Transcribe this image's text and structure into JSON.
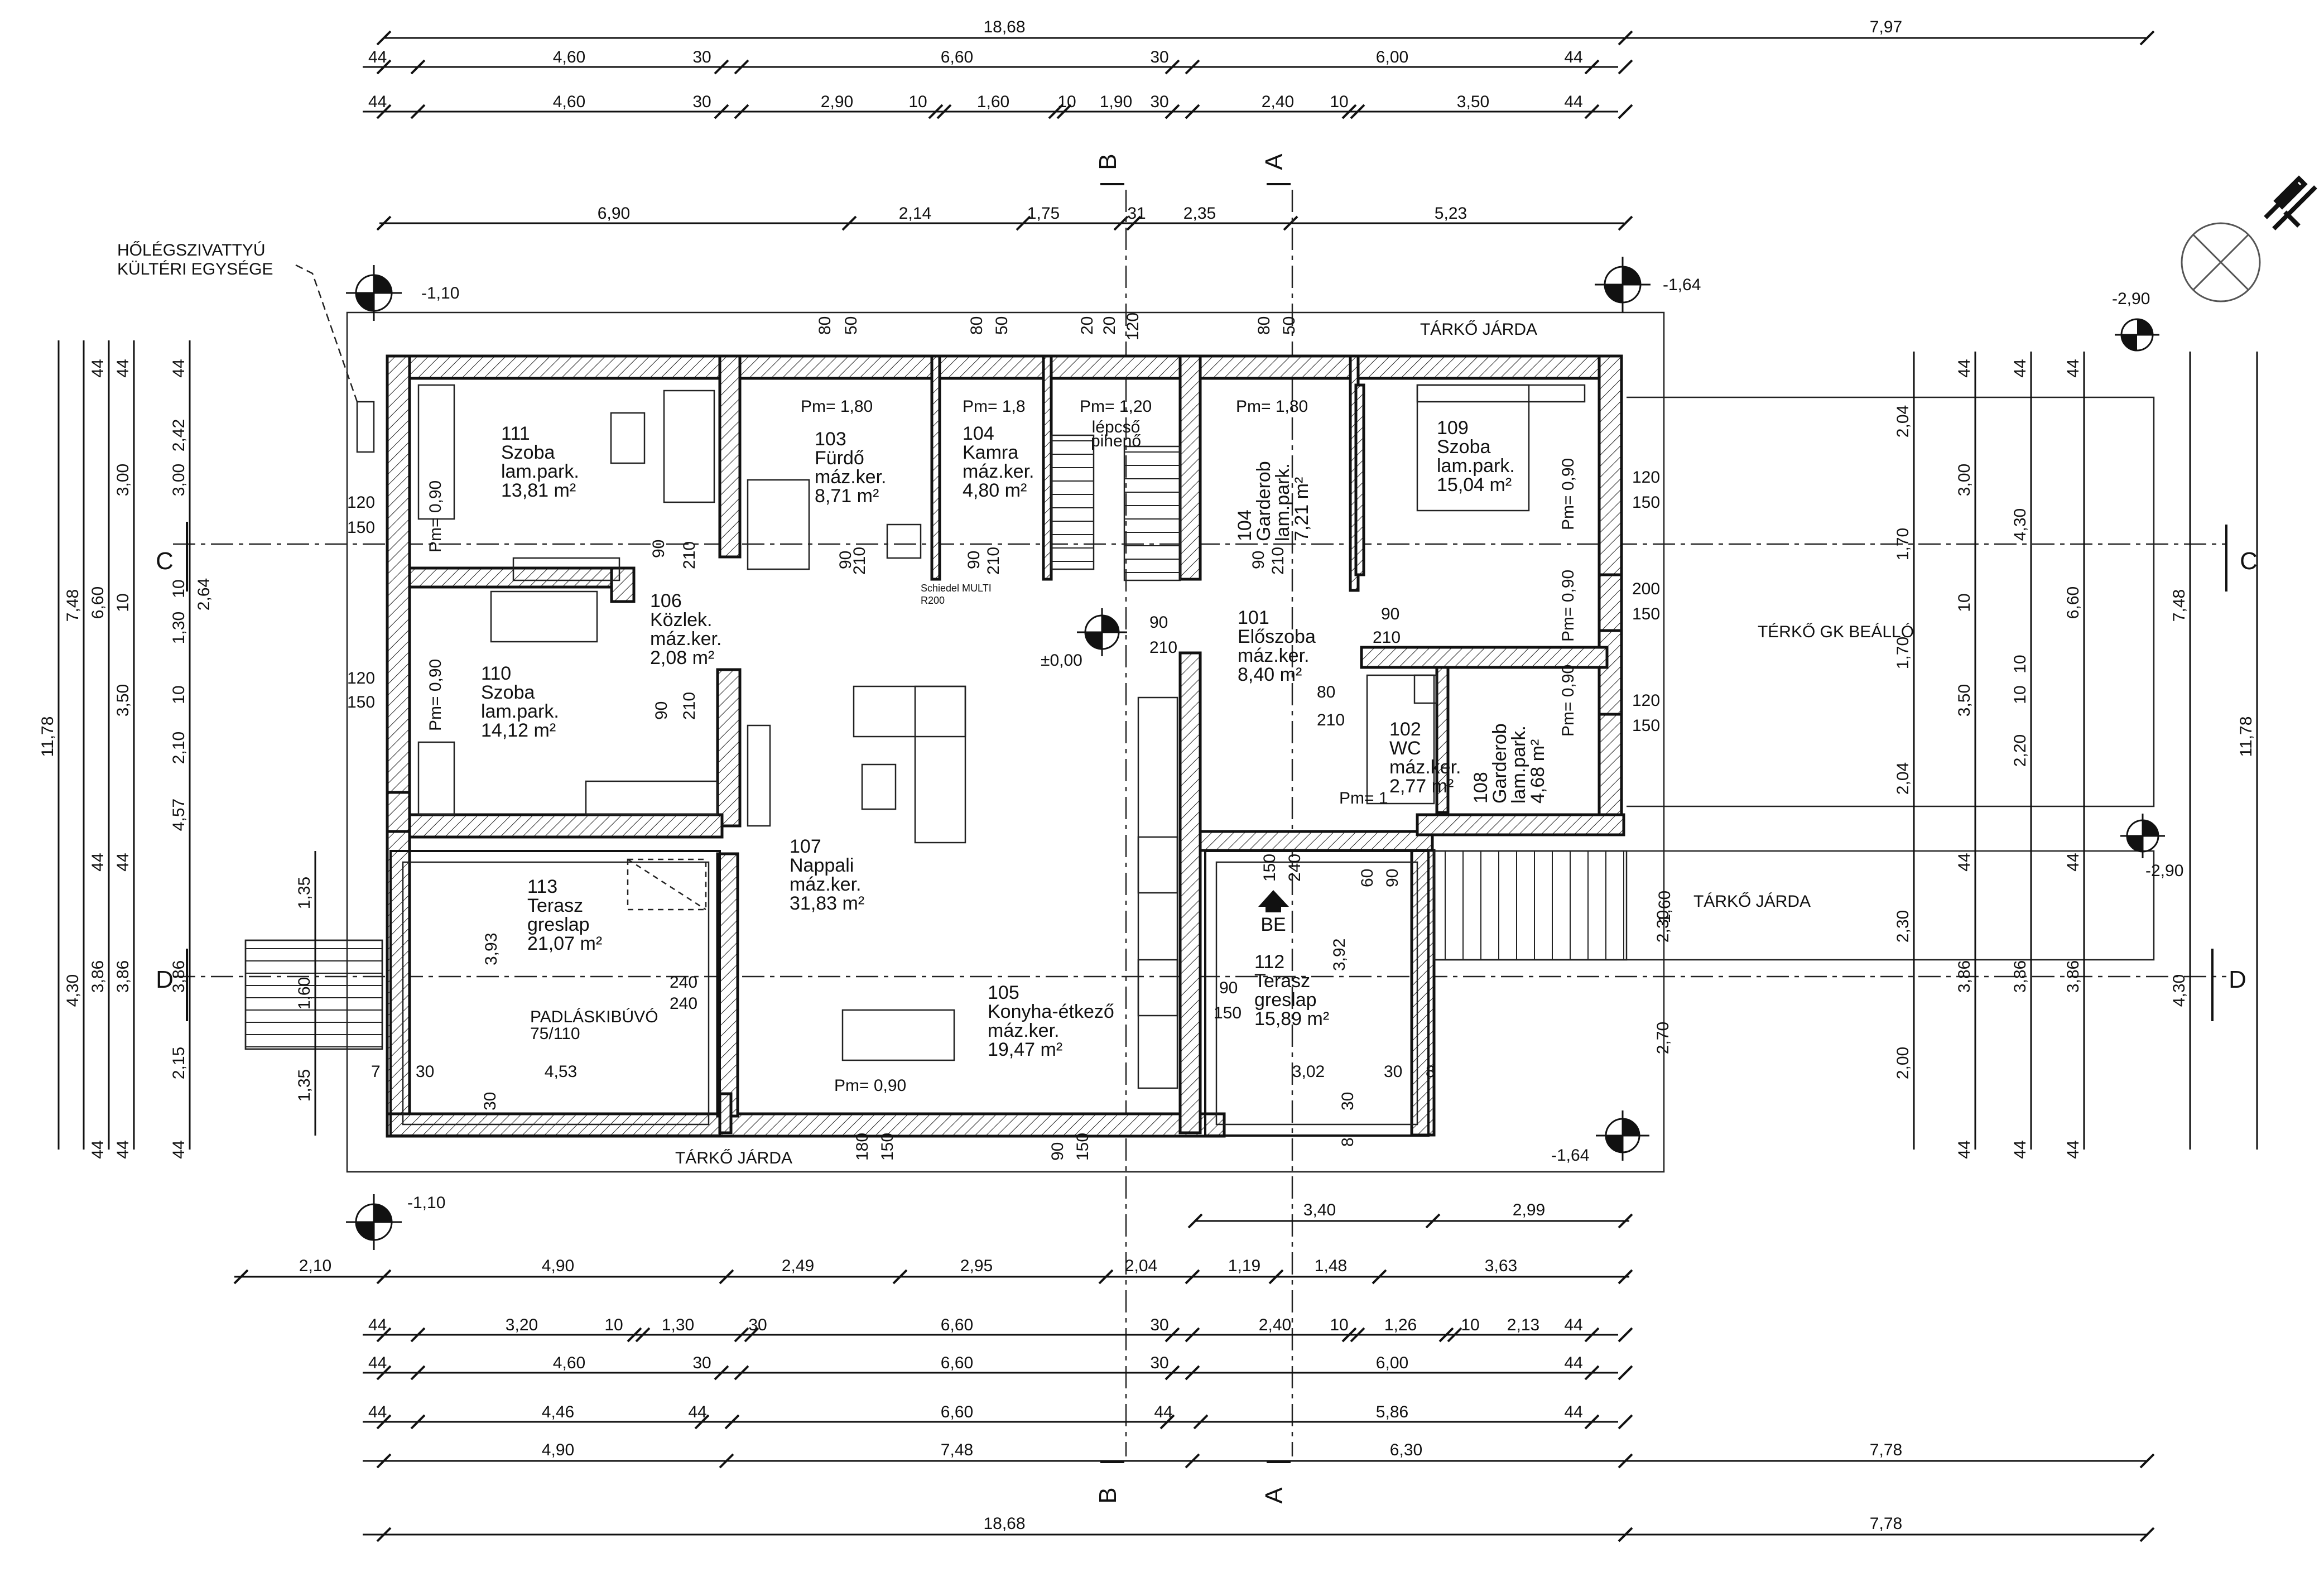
{
  "dims": {
    "top_total": [
      "18,68",
      "7,97"
    ],
    "top_row2": [
      "44",
      "4,60",
      "30",
      "6,60",
      "30",
      "6,00",
      "44"
    ],
    "top_row3": [
      "44",
      "4,60",
      "30",
      "2,90",
      "10",
      "1,60",
      "10",
      "1,90",
      "30",
      "2,40",
      "10",
      "3,50",
      "44"
    ],
    "top_row4": [
      "6,90",
      "2,14",
      "1,75",
      "31",
      "2,35",
      "5,23"
    ],
    "bottom_row1": [
      "3,40",
      "2,99"
    ],
    "bottom_row2": [
      "2,10",
      "4,90",
      "2,49",
      "2,95",
      "2,04",
      "1,19",
      "1,48",
      "3,63"
    ],
    "bottom_row3": [
      "44",
      "3,20",
      "10",
      "1,30",
      "30",
      "6,60",
      "30",
      "2,40",
      "10",
      "1,26",
      "10",
      "2,13",
      "44"
    ],
    "bottom_row4": [
      "44",
      "4,60",
      "30",
      "6,60",
      "30",
      "6,00",
      "44"
    ],
    "bottom_row5": [
      "44",
      "4,46",
      "44",
      "6,60",
      "44",
      "5,86",
      "44"
    ],
    "bottom_row6": [
      "4,90",
      "7,48",
      "6,30",
      "7,78"
    ],
    "bottom_total": [
      "18,68",
      "7,78"
    ],
    "left_col1": [
      "11,78"
    ],
    "left_col2": [
      "7,48",
      "4,30"
    ],
    "left_col3": [
      "44",
      "6,60",
      "44",
      "3,86",
      "44"
    ],
    "left_col4": [
      "44",
      "3,00",
      "10",
      "3,50",
      "44",
      "3,86",
      "44"
    ],
    "left_col5": [
      "44",
      "2,42",
      "3,00",
      "1,30",
      "2,10",
      "4,57",
      "2,64",
      "1,35",
      "1,60",
      "1,35",
      "2,15",
      "3,86",
      "10",
      "10",
      "44"
    ],
    "right_col1": [
      "2,04",
      "1,70",
      "1,70",
      "2,04",
      "2,30",
      "2,70",
      "2,00",
      "1,60"
    ],
    "right_col2": [
      "44",
      "3,00",
      "10",
      "3,50",
      "44",
      "3,86",
      "44"
    ],
    "right_col3": [
      "44",
      "4,30",
      "10",
      "2,20",
      "10",
      "3,86",
      "44"
    ],
    "right_col4": [
      "44",
      "6,60",
      "44",
      "3,86",
      "44"
    ],
    "right_col5": [
      "7,48",
      "4,30"
    ],
    "right_col6": [
      "11,78"
    ]
  },
  "levels": {
    "nw": "-1,10",
    "ne": "-1,64",
    "ne_outer": "-2,90",
    "e_mid": "-2,90",
    "se": "-1,64",
    "sw": "-1,10",
    "center": "±0,00"
  },
  "labels": {
    "heat_pump": [
      "HŐLÉGSZIVATTYÚ",
      "KÜLTÉRI EGYSÉGE"
    ],
    "paving_top": "TÁRKŐ JÁRDA",
    "paving_bottom": "TÁRKŐ JÁRDA",
    "paving_right": "TÁRKŐ JÁRDA",
    "parking": "TÉRKŐ GK BEÁLLÓ",
    "stair_landing": [
      "lépcső",
      "pihenő"
    ],
    "attic_ladder": [
      "PADLÁSKIBÚVÓ",
      "75/110"
    ],
    "boiler": [
      "Schiedel MULTI",
      "R200"
    ],
    "entrance": "BE",
    "right_paving_width": "1,60"
  },
  "section_marks": {
    "B": "B",
    "A": "A",
    "C": "C",
    "D": "D"
  },
  "rooms": [
    {
      "id": "111",
      "lines": [
        "111",
        "Szoba",
        "lam.park.",
        "13,81 m²"
      ]
    },
    {
      "id": "103",
      "lines": [
        "103",
        "Fürdő",
        "máz.ker.",
        "8,71 m²"
      ]
    },
    {
      "id": "104a",
      "lines": [
        "104",
        "Kamra",
        "máz.ker.",
        "4,80 m²"
      ]
    },
    {
      "id": "104b",
      "lines": [
        "104",
        "Garderob",
        "lam.park.",
        "7,21 m²"
      ]
    },
    {
      "id": "109",
      "lines": [
        "109",
        "Szoba",
        "lam.park.",
        "15,04 m²"
      ]
    },
    {
      "id": "106",
      "lines": [
        "106",
        "Közlek.",
        "máz.ker.",
        "2,08 m²"
      ]
    },
    {
      "id": "110",
      "lines": [
        "110",
        "Szoba",
        "lam.park.",
        "14,12 m²"
      ]
    },
    {
      "id": "101",
      "lines": [
        "101",
        "Előszoba",
        "máz.ker.",
        "8,40 m²"
      ]
    },
    {
      "id": "102",
      "lines": [
        "102",
        "WC",
        "máz.ker.",
        "2,77 m²"
      ]
    },
    {
      "id": "108",
      "lines": [
        "108",
        "Garderob",
        "lam.park.",
        "4,68 m²"
      ]
    },
    {
      "id": "107",
      "lines": [
        "107",
        "Nappali",
        "máz.ker.",
        "31,83 m²"
      ]
    },
    {
      "id": "113",
      "lines": [
        "113",
        "Terasz",
        "greslap",
        "21,07 m²"
      ]
    },
    {
      "id": "105",
      "lines": [
        "105",
        "Konyha-étkező",
        "máz.ker.",
        "19,47 m²"
      ]
    },
    {
      "id": "112",
      "lines": [
        "112",
        "Terasz",
        "greslap",
        "15,89 m²"
      ]
    }
  ],
  "openings": {
    "pm_180a": "Pm= 1,80",
    "pm_18": "Pm= 1,8",
    "pm_120": "Pm= 1,20",
    "pm_180b": "Pm= 1,80",
    "pm_090_111": "Pm= 0,90",
    "pm_090_110": "Pm= 0,90",
    "pm_090_109": "Pm= 0,90",
    "pm_090_e1": "Pm= 0,90",
    "pm_090_e2": "Pm= 0,90",
    "pm_102": "Pm= 1",
    "pm_105": "Pm= 0,90",
    "w120": "120",
    "w150": "150",
    "w200": "200",
    "d90": "90",
    "d210": "210",
    "d80": "80",
    "d240": "240",
    "d60": "60",
    "d180": "180",
    "d20": "20",
    "d50": "50",
    "d30": "30",
    "t7": "7",
    "t30": "30",
    "t453": "4,53",
    "t393": "3,93",
    "t302": "3,02",
    "t392": "3,92",
    "t8": "8"
  }
}
